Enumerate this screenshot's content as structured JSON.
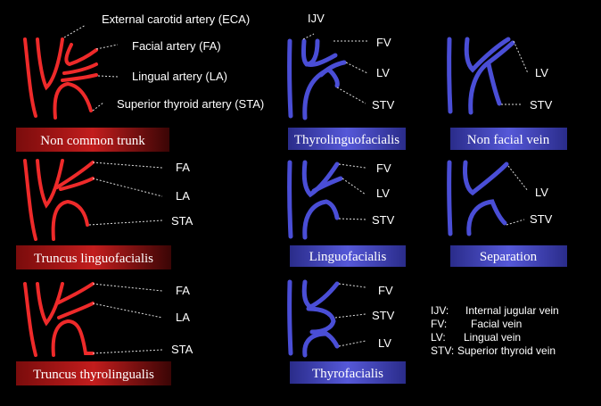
{
  "arteries": {
    "panel1": {
      "eca": "External carotid artery (ECA)",
      "fa": "Facial artery (FA)",
      "la": "Lingual artery (LA)",
      "sta": "Superior thyroid artery (STA)",
      "banner": "Non common trunk"
    },
    "panel2": {
      "fa": "FA",
      "la": "LA",
      "sta": "STA",
      "banner": "Truncus linguofacialis"
    },
    "panel3": {
      "fa": "FA",
      "la": "LA",
      "sta": "STA",
      "banner": "Truncus thyrolingualis"
    }
  },
  "veins": {
    "panel1": {
      "ijv": "IJV",
      "fv": "FV",
      "lv": "LV",
      "stv": "STV",
      "banner": "Thyrolinguofacialis"
    },
    "panel2": {
      "lv": "LV",
      "stv": "STV",
      "banner": "Non facial vein"
    },
    "panel3": {
      "fv": "FV",
      "lv": "LV",
      "stv": "STV",
      "banner": "Linguofacialis"
    },
    "panel4": {
      "lv": "LV",
      "stv": "STV",
      "banner": "Separation"
    },
    "panel5": {
      "fv": "FV",
      "stv": "STV",
      "lv": "LV",
      "banner": "Thyrofacialis"
    }
  },
  "legend": [
    {
      "abbr": "IJV:",
      "text": "Internal jugular vein"
    },
    {
      "abbr": "FV:",
      "text": "Facial vein"
    },
    {
      "abbr": "LV:",
      "text": "Lingual vein"
    },
    {
      "abbr": "STV:",
      "text": "Superior thyroid vein"
    }
  ],
  "colors": {
    "artery": "#ee2a2a",
    "vein": "#4a4ed6"
  }
}
